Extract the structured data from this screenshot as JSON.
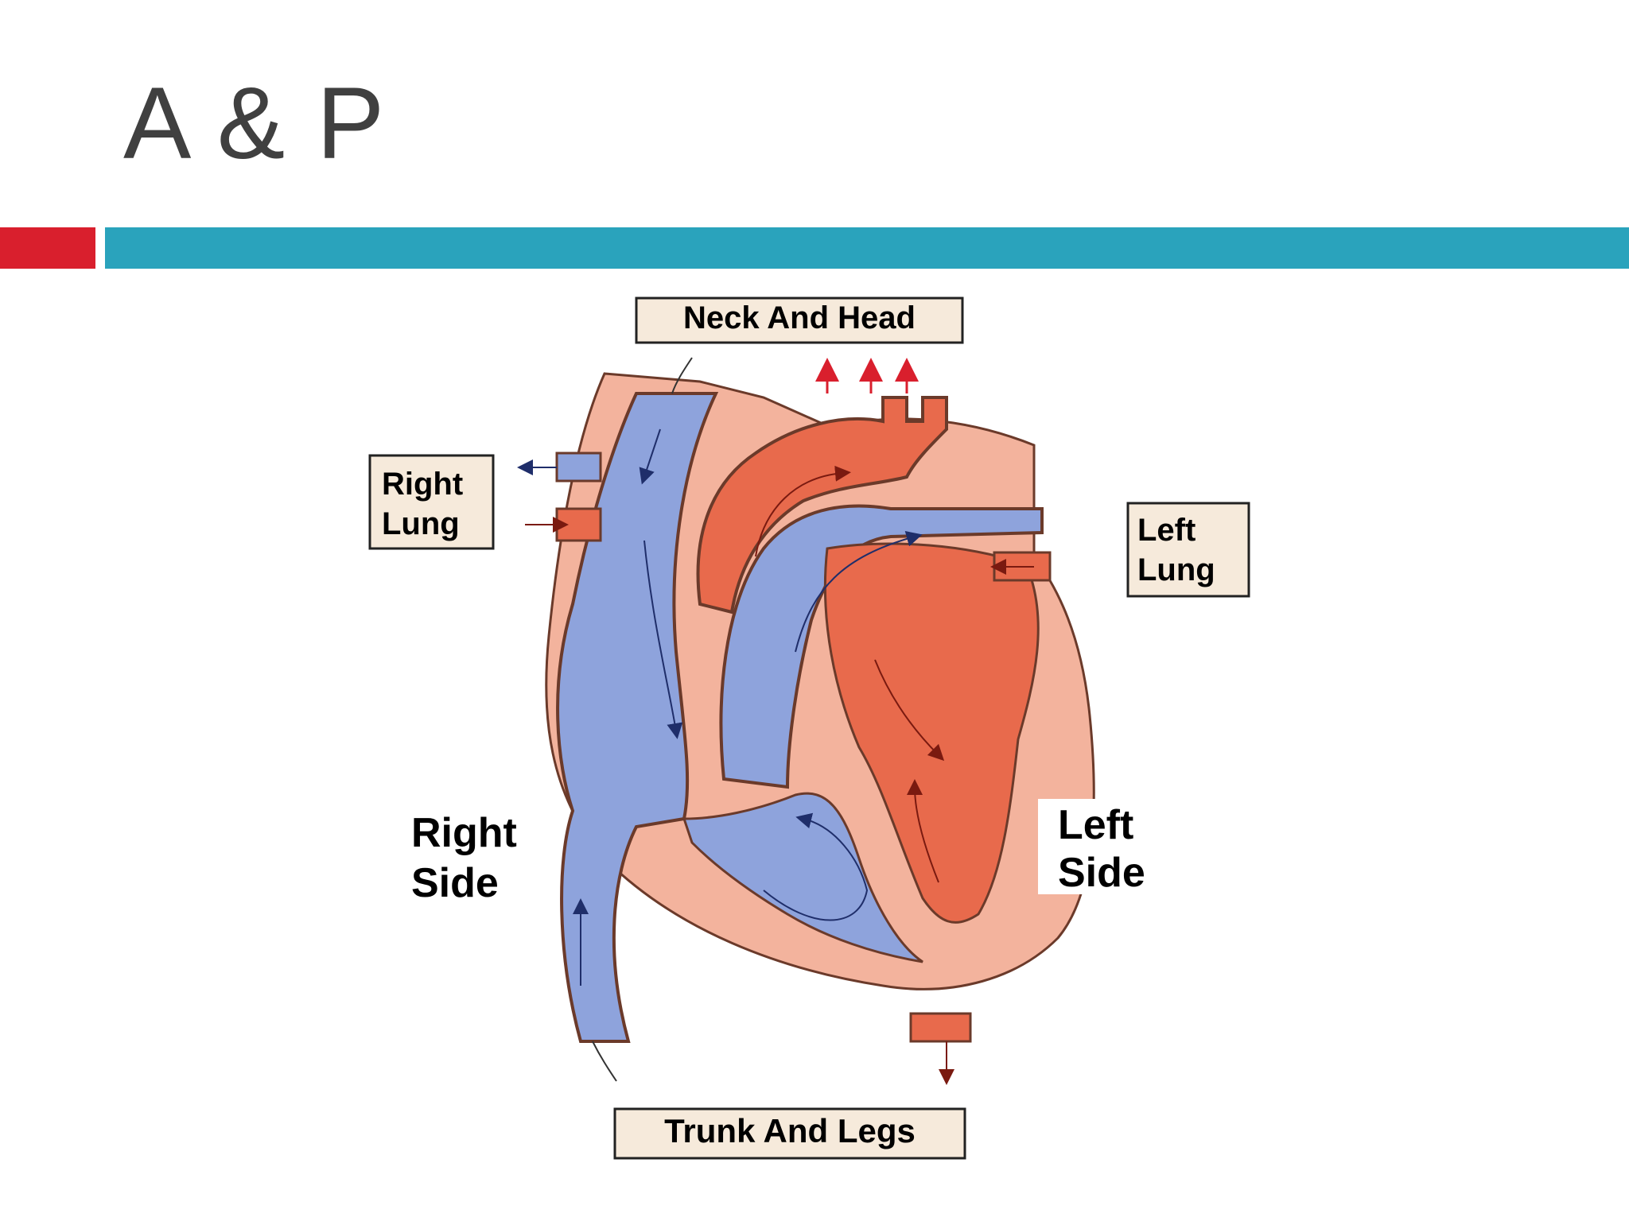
{
  "slide": {
    "title": "A & P"
  },
  "diagram": {
    "labels": {
      "neck_head": "Neck And Head",
      "right_lung_1": "Right",
      "right_lung_2": "Lung",
      "left_lung_1": "Left",
      "left_lung_2": "Lung",
      "right_side_1": "Right",
      "right_side_2": "Side",
      "left_side_1": "Left",
      "left_side_2": "Side",
      "trunk_legs": "Trunk And Legs"
    },
    "colors": {
      "deoxygenated": "#8ea3dc",
      "oxygenated": "#e86a4c",
      "tissue": "#f3b39d",
      "label_fill": "#f6eadb",
      "accent_red": "#d91f2d",
      "accent_teal": "#2aa3bc"
    }
  }
}
